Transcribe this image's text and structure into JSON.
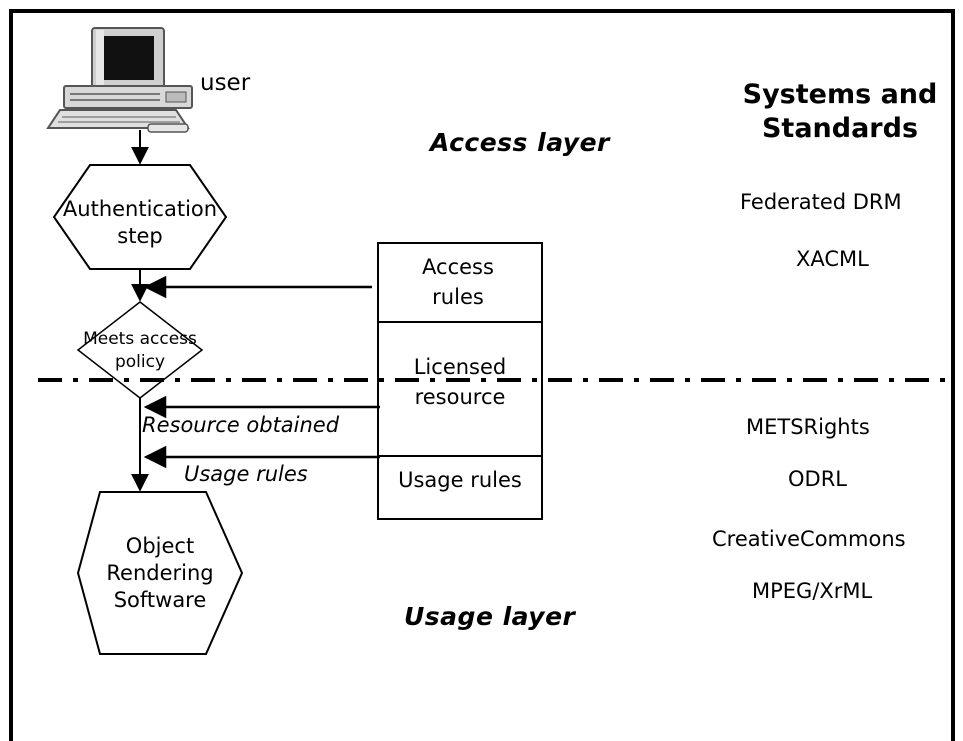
{
  "diagram": {
    "user_label": "user",
    "heading_line1": "Systems and",
    "heading_line2": "Standards",
    "access_layer": "Access layer",
    "usage_layer": "Usage layer",
    "authentication_line1": "Authentication",
    "authentication_line2": "step",
    "decision_line1": "Meets access",
    "decision_line2": "policy",
    "rendering_line1": "Object",
    "rendering_line2": "Rendering",
    "rendering_line3": "Software",
    "box": {
      "access_rules_line1": "Access",
      "access_rules_line2": "rules",
      "licensed_line1": "Licensed",
      "licensed_line2": "resource",
      "usage_rules": "Usage rules"
    },
    "resource_obtained": "Resource obtained",
    "usage_rules_flow": "Usage rules",
    "standards_access": [
      "Federated DRM",
      "XACML"
    ],
    "standards_usage": [
      "METSRights",
      "ODRL",
      "CreativeCommons",
      "MPEG/XrML"
    ]
  }
}
